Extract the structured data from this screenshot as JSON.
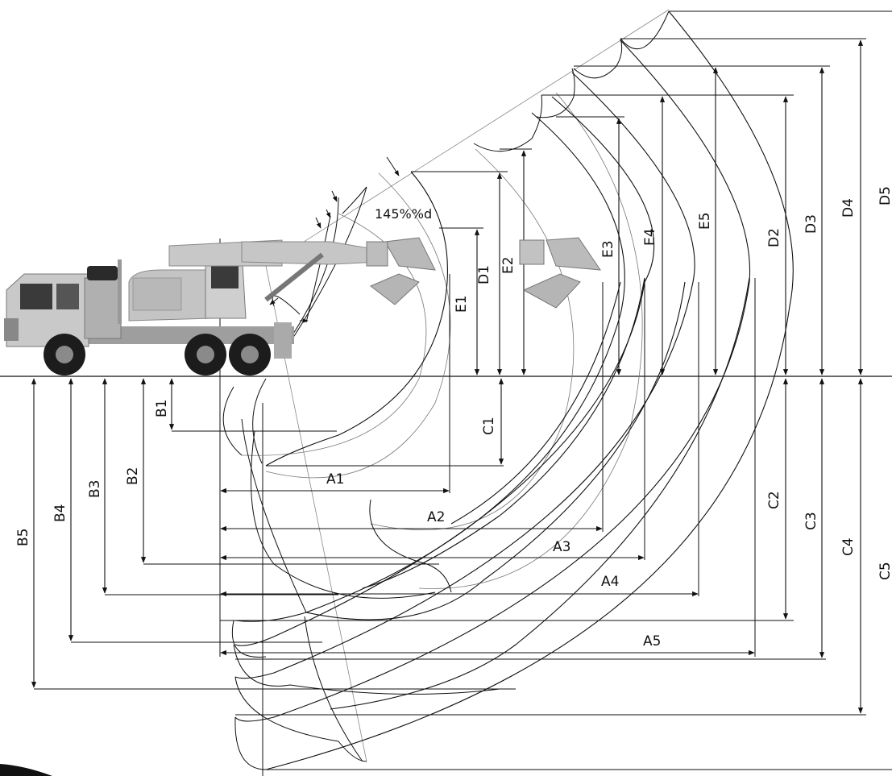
{
  "figure": {
    "angle_label": "145%%d",
    "dimension_labels": {
      "A": [
        "A1",
        "A2",
        "A3",
        "A4",
        "A5"
      ],
      "B": [
        "B1",
        "B2",
        "B3",
        "B4",
        "B5"
      ],
      "C": [
        "C1",
        "C2",
        "C3",
        "C4",
        "C5"
      ],
      "D": [
        "D1",
        "D2",
        "D3",
        "D4",
        "D5"
      ],
      "E": [
        "E1",
        "E2",
        "E3",
        "E4",
        "E5"
      ]
    },
    "colors": {
      "line": "#111111",
      "thin_line": "#777777",
      "vehicle_body": "#bdbdbd",
      "vehicle_dark": "#2a2a2a",
      "tire": "#1c1c1c"
    }
  }
}
